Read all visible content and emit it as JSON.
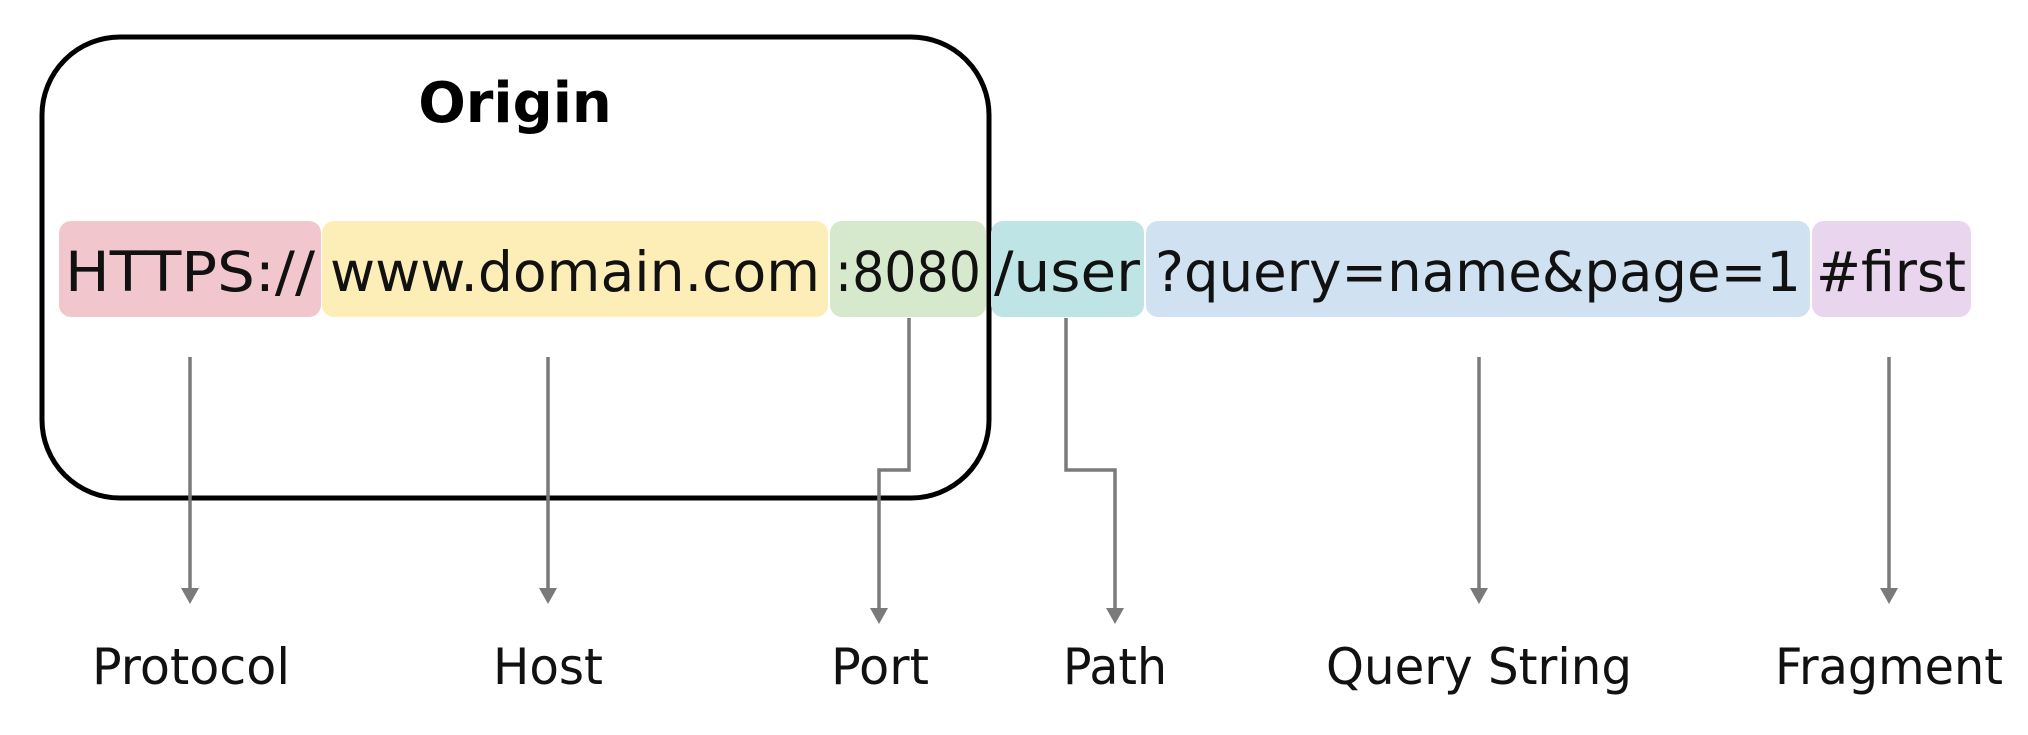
{
  "origin": {
    "title": "Origin"
  },
  "segments": [
    {
      "id": "protocol",
      "text": "HTTPS://",
      "color": "#f2c6cd"
    },
    {
      "id": "host",
      "text": "www.domain.com",
      "color": "#fdeeb7"
    },
    {
      "id": "port",
      "text": ":8080",
      "color": "#d7e9cc"
    },
    {
      "id": "path",
      "text": "/user",
      "color": "#bfe4e6"
    },
    {
      "id": "query",
      "text": "?query=name&page=1",
      "color": "#d0e2f2"
    },
    {
      "id": "fragment",
      "text": "#first",
      "color": "#e9d5ed"
    }
  ],
  "labels": {
    "protocol": "Protocol",
    "host": "Host",
    "port": "Port",
    "path": "Path",
    "query": "Query String",
    "fragment": "Fragment"
  },
  "colors": {
    "arrow": "#7a7a7a",
    "origin_border": "#000000"
  }
}
